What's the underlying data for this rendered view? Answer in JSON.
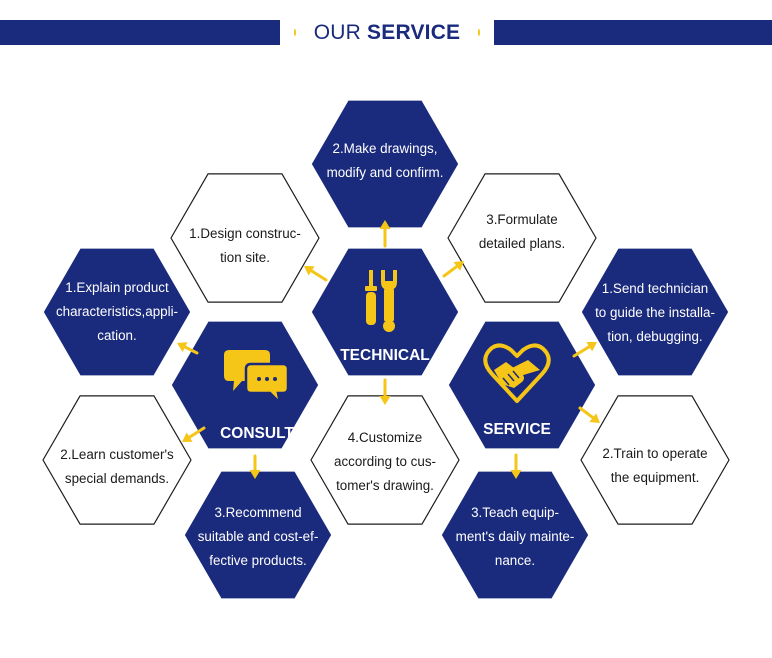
{
  "header": {
    "title_plain": "OUR",
    "title_bold": "SERVICE"
  },
  "colors": {
    "navy": "#1a2a7c",
    "accent": "#f5c518",
    "white": "#ffffff"
  },
  "hubs": {
    "technical": {
      "label": "TECHNICAL",
      "icon": "screwdriver-wrench-icon"
    },
    "consult": {
      "label": "CONSULT",
      "icon": "chat-bubbles-icon"
    },
    "service": {
      "label": "SERVICE",
      "icon": "handshake-heart-icon"
    }
  },
  "steps": {
    "technical_2": [
      "2.Make drawings,",
      "modify and confirm."
    ],
    "technical_1": [
      "1.Design construc-",
      "tion site."
    ],
    "technical_3": [
      "3.Formulate",
      "detailed plans."
    ],
    "technical_4": [
      "4.Customize",
      "according to cus-",
      "tomer's drawing."
    ],
    "consult_1": [
      "1.Explain product",
      "characteristics,appli-",
      "cation."
    ],
    "consult_2": [
      "2.Learn customer's",
      "special demands."
    ],
    "consult_3": [
      "3.Recommend",
      "suitable and cost-ef-",
      "fective products."
    ],
    "service_1": [
      "1.Send technician",
      "to guide the installa-",
      "tion, debugging."
    ],
    "service_2": [
      "2.Train to operate",
      "the equipment."
    ],
    "service_3": [
      "3.Teach equip-",
      "ment's daily mainte-",
      "nance."
    ]
  }
}
